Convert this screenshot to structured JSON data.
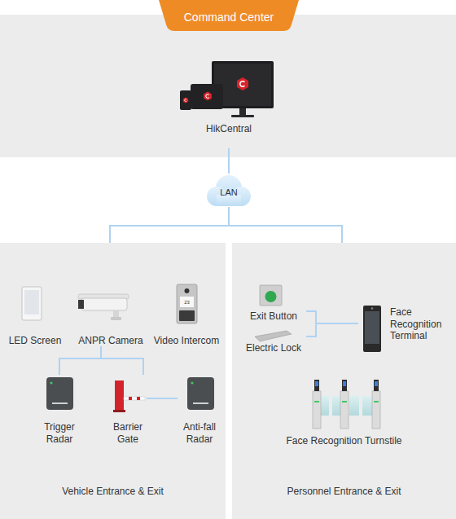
{
  "diagram": {
    "nodes": [
      {
        "text": [
          "Command Center"
        ]
      },
      {
        "text": [
          "HikCentral"
        ],
        "in": 0
      },
      {
        "text": [
          "LAN"
        ]
      },
      {
        "text": [
          "Vehicle Entrance & Exit"
        ]
      },
      {
        "text": [
          "LED Screen"
        ],
        "in": 3
      },
      {
        "text": [
          "ANPR Camera"
        ],
        "in": 3
      },
      {
        "text": [
          "Video Intercom"
        ],
        "in": 3
      },
      {
        "text": [
          "Trigger Radar"
        ],
        "in": 3
      },
      {
        "text": [
          "Barrier Gate"
        ],
        "in": 3
      },
      {
        "text": [
          "Anti-fall Radar"
        ],
        "in": 3
      },
      {
        "text": [
          "Personnel Entrance & Exit"
        ]
      },
      {
        "text": [
          "Exit Button"
        ],
        "in": 10
      },
      {
        "text": [
          "Electric Lock"
        ],
        "in": 10
      },
      {
        "text": [
          "Face Recognition Terminal"
        ],
        "in": 10
      },
      {
        "text": [
          "Face Recognition Turnstile"
        ],
        "in": 10
      }
    ],
    "edges": [
      {
        "from": 1,
        "to": 2,
        "arrow": "none"
      },
      {
        "from": 2,
        "to": 3,
        "arrow": "none"
      },
      {
        "from": 2,
        "to": 10,
        "arrow": "none"
      },
      {
        "from": 5,
        "to": 7,
        "arrow": "none"
      },
      {
        "from": 5,
        "to": 8,
        "arrow": "none"
      },
      {
        "from": 8,
        "to": 9,
        "arrow": "none"
      },
      {
        "from": 11,
        "to": 13,
        "arrow": "none"
      },
      {
        "from": 12,
        "to": 13,
        "arrow": "none"
      }
    ],
    "labels": [
      "23"
    ]
  }
}
